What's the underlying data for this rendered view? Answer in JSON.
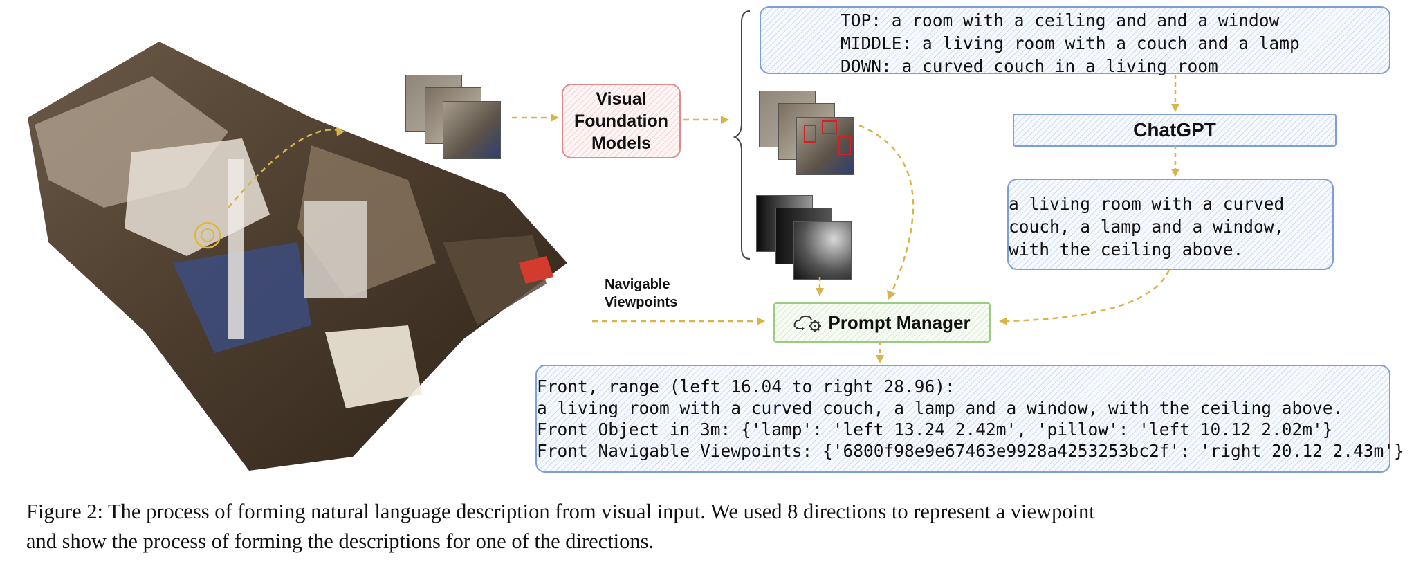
{
  "diagram": {
    "nodes": {
      "vfm": {
        "label_lines": [
          "Visual",
          "Foundation",
          "Models"
        ]
      },
      "chatgpt": {
        "label": "ChatGPT"
      },
      "prompt_manager": {
        "label": "Prompt Manager"
      }
    },
    "side_label": {
      "lines": [
        "Navigable",
        "Viewpoints"
      ]
    },
    "caption_box": {
      "lines": [
        "TOP: a room with a ceiling and and a window",
        "MIDDLE: a living room with a couch and a lamp",
        "DOWN: a curved couch in a living room"
      ]
    },
    "summary_box": {
      "lines": [
        "a living room with a curved",
        "couch, a lamp and a window,",
        "with the ceiling above."
      ]
    },
    "output_box": {
      "lines": [
        "Front, range (left 16.04 to right 28.96):",
        "a living room with a curved couch, a lamp and a window, with the ceiling above.",
        "Front Object in 3m: {'lamp': 'left 13.24 2.42m', 'pillow': 'left 10.12 2.02m'}",
        "Front Navigable Viewpoints: {'6800f98e9e67463e9928a4253253bc2f': 'right 20.12 2.43m'}"
      ]
    },
    "colors": {
      "arrow": "#d9b44a",
      "box_blue": "#7e9fd6",
      "box_red": "#e08a8a",
      "box_green": "#9acb85"
    },
    "icons": [
      "3d-house-floorplan",
      "rgb-view-stack",
      "detection-view-stack",
      "depth-map-stack",
      "cloud-gear-icon"
    ]
  },
  "figure_caption": {
    "lines": [
      "Figure 2: The process of forming natural language description from visual input. We used 8 directions to represent a viewpoint",
      "and show the process of forming the descriptions for one of the directions."
    ]
  }
}
